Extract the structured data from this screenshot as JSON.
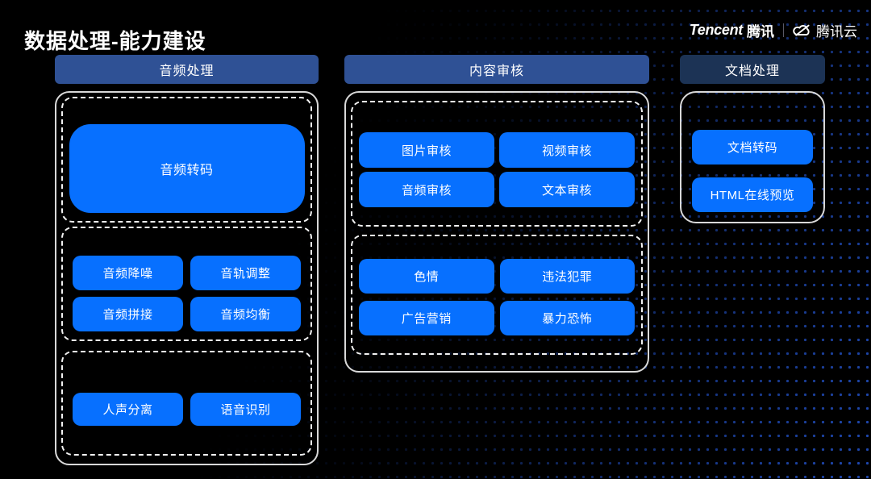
{
  "page": {
    "title": "数据处理-能力建设"
  },
  "brand": {
    "tencent_en": "Tencent",
    "tencent_cn": "腾讯",
    "cloud_label": "腾讯云"
  },
  "colors": {
    "background": "#000000",
    "header_blue": "#2f5195",
    "header_navy": "#1c3355",
    "block_blue": "#0770ff",
    "dot_blue": "#1e47ae",
    "border_light": "#d9d9d9"
  },
  "columns": [
    {
      "header": "音频处理",
      "sections": [
        {
          "items": [
            "音频转码"
          ]
        },
        {
          "items": [
            "音频降噪",
            "音轨调整",
            "音频拼接",
            "音频均衡"
          ]
        },
        {
          "items": [
            "人声分离",
            "语音识别"
          ]
        }
      ]
    },
    {
      "header": "内容审核",
      "sections": [
        {
          "items": [
            "图片审核",
            "视频审核",
            "音频审核",
            "文本审核"
          ]
        },
        {
          "items": [
            "色情",
            "违法犯罪",
            "广告营销",
            "暴力恐怖"
          ]
        }
      ]
    },
    {
      "header": "文档处理",
      "sections": [
        {
          "items": [
            "文档转码",
            "HTML在线预览"
          ]
        }
      ]
    }
  ]
}
